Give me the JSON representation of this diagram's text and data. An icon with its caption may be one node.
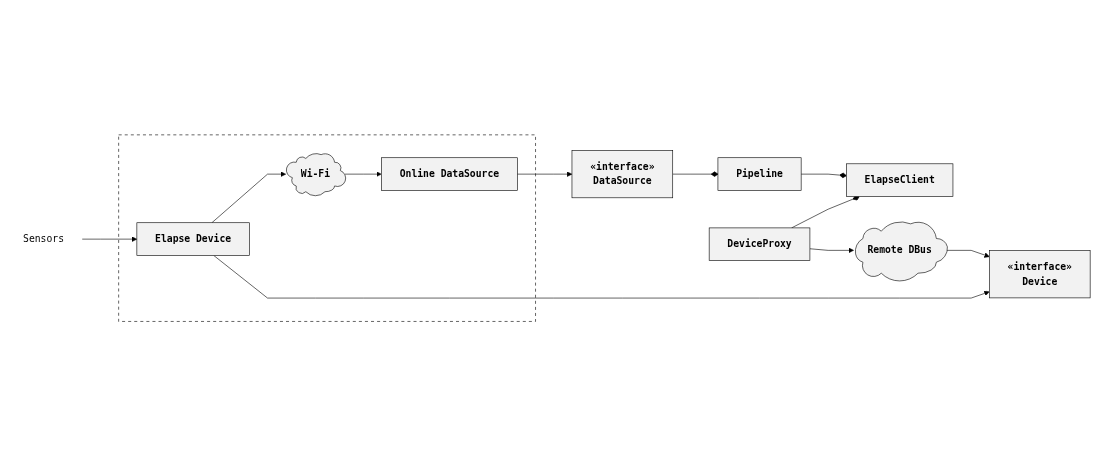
{
  "diagram": {
    "nodes": [
      {
        "text": [
          "ElapseClient"
        ]
      },
      {
        "text": [
          "Pipeline"
        ]
      },
      {
        "text": [
          "«interface»",
          "DataSource"
        ]
      },
      {
        "text": [],
        "shape": "box"
      },
      {
        "text": [
          "Online DataSource"
        ],
        "in": 3
      },
      {
        "text": [
          "Wi-Fi"
        ],
        "in": 3
      },
      {
        "text": [
          "DeviceProxy"
        ]
      },
      {
        "text": [
          "Remote DBus"
        ]
      },
      {
        "text": [
          "«interface»",
          "Device"
        ]
      },
      {
        "text": [
          "Elapse Device"
        ],
        "in": 3
      },
      {
        "text": [
          "Sensors"
        ]
      }
    ],
    "edges": [
      {
        "from": 1,
        "to": 0,
        "arrow": "other"
      },
      {
        "from": 2,
        "to": 1,
        "arrow": "other"
      },
      {
        "from": 4,
        "to": 2,
        "arrow": "to"
      },
      {
        "from": 5,
        "to": 4,
        "arrow": "to"
      },
      {
        "from": 9,
        "to": 5,
        "arrow": "to"
      },
      {
        "from": 6,
        "to": 0,
        "arrow": "other"
      },
      {
        "from": 6,
        "to": 7,
        "arrow": "to"
      },
      {
        "from": 7,
        "to": 8,
        "arrow": "to"
      },
      {
        "from": 9,
        "to": 8,
        "arrow": "to"
      },
      {
        "from": 10,
        "to": 9,
        "arrow": "to"
      }
    ]
  }
}
